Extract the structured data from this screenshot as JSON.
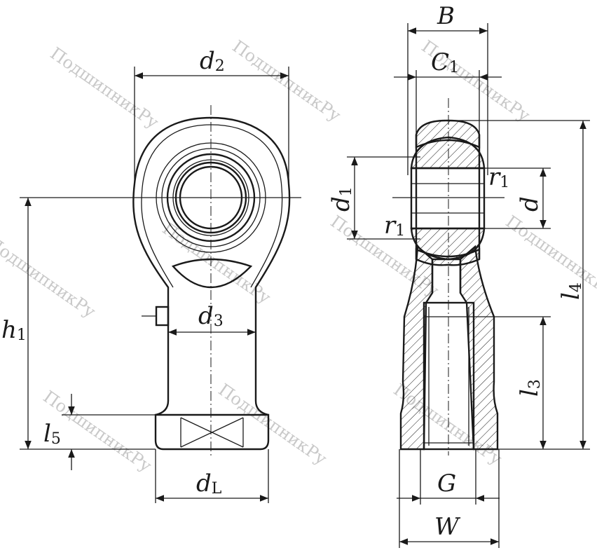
{
  "watermark": "ПодшипникРу",
  "labels": {
    "d2": "d",
    "d2_sub": "2",
    "h1": "h",
    "h1_sub": "1",
    "d3": "d",
    "d3_sub": "3",
    "l5": "l",
    "l5_sub": "5",
    "dL": "d",
    "dL_sub": "L",
    "B": "B",
    "C1": "C",
    "C1_sub": "1",
    "d1": "d",
    "d1_sub": "1",
    "r1_upper": "r",
    "r1_upper_sub": "1",
    "r1_lower": "r",
    "r1_lower_sub": "1",
    "d": "d",
    "l4": "l",
    "l4_sub": "4",
    "l3": "l",
    "l3_sub": "3",
    "G": "G",
    "W": "W"
  }
}
